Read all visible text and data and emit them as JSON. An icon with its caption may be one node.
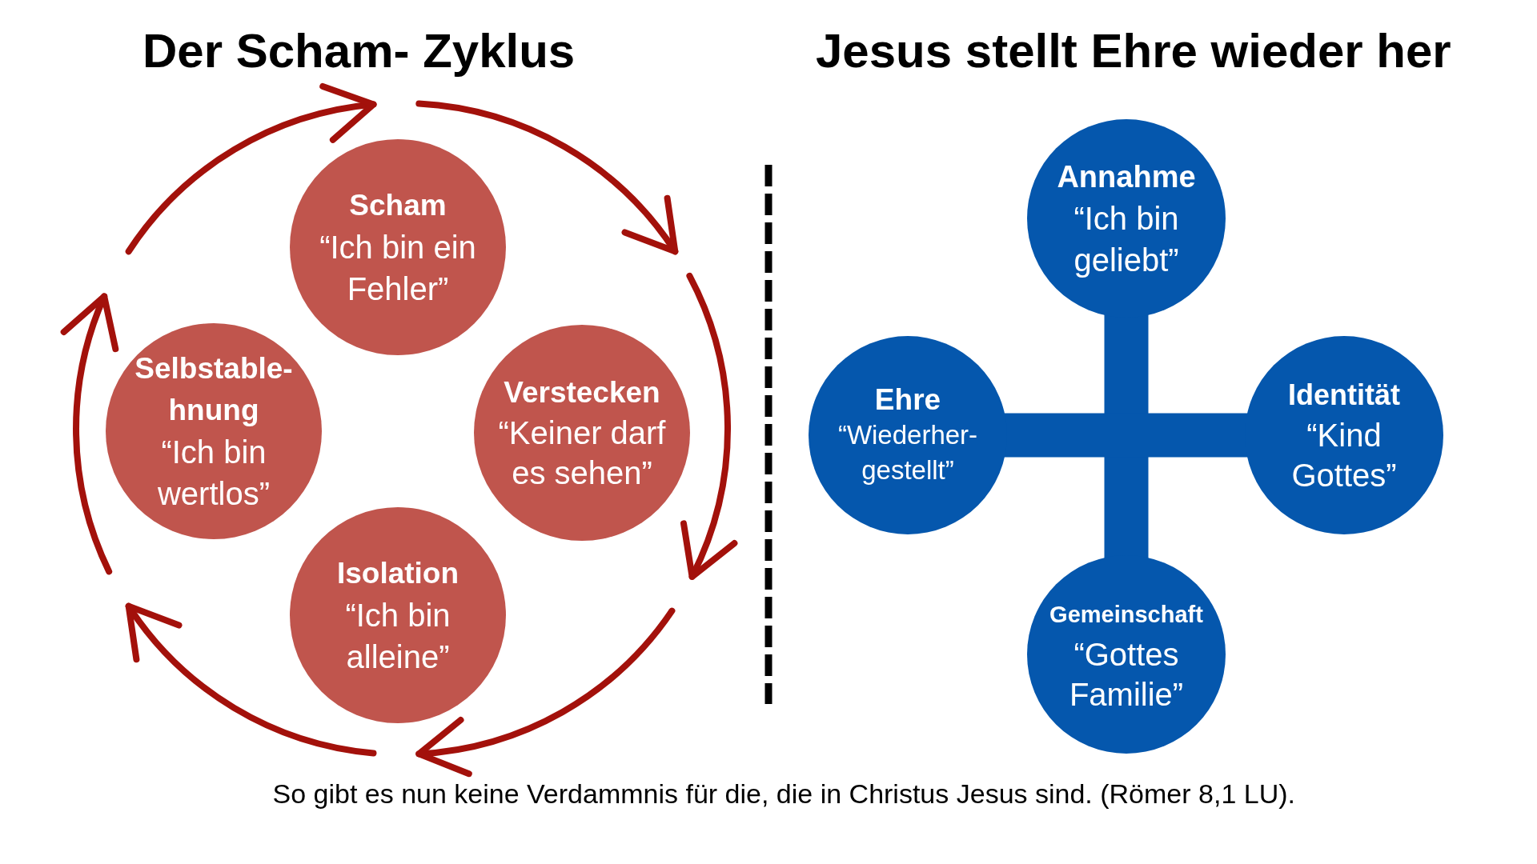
{
  "diagram": {
    "caption": "So gibt es nun keine Verdammnis für die, die in Christus Jesus sind. (Römer 8,1 LU).",
    "nodes": [
      {
        "text": [
          "Scham",
          "“Ich bin ein Fehler”"
        ]
      },
      {
        "text": [
          "Selbstable- hnung",
          "“Ich bin wertlos”"
        ]
      },
      {
        "text": [
          "Verstecken",
          "“Keiner darf es sehen”"
        ]
      },
      {
        "text": [
          "Isolation",
          "“Ich bin alleine”"
        ]
      },
      {
        "text": [
          "Annahme",
          "“Ich bin geliebt”"
        ]
      },
      {
        "text": [
          "Ehre",
          "“Wiederher- gestellt”"
        ]
      },
      {
        "text": [
          "Identität",
          "“Kind Gottes”"
        ]
      },
      {
        "text": [
          "Gemeinschaft",
          "“Gottes Familie”"
        ]
      }
    ],
    "edges": [
      {
        "from": 4,
        "to": 7,
        "arrow": "none"
      },
      {
        "from": 5,
        "to": 6,
        "arrow": "none"
      }
    ],
    "labels": [
      "Der Scham- Zyklus",
      "Jesus stellt Ehre wieder her"
    ]
  }
}
